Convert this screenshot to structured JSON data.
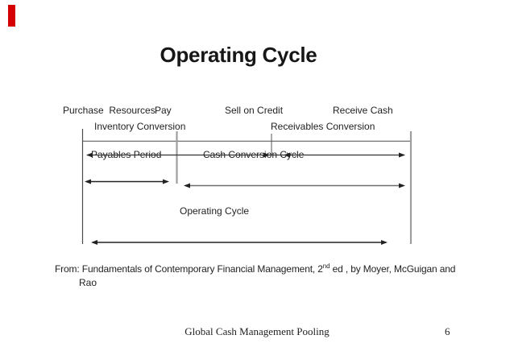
{
  "slide": {
    "title": "Operating Cycle",
    "accent_color": "#d40000",
    "source_note": {
      "prefix": "From: Fundamentals of Contemporary Financial Management, 2",
      "superscript": "nd",
      "suffix": " ed , by Moyer, McGuigan and",
      "line2": "Rao"
    },
    "footer": {
      "center_text": "Global Cash Management Pooling",
      "page_number": "6"
    }
  },
  "diagram": {
    "event_labels": [
      "Purchase  Resources",
      "Pay",
      "Sell on Credit",
      "Receive Cash"
    ],
    "phase_labels": [
      "Inventory Conversion",
      "Receivables Conversion"
    ],
    "period_labels": {
      "payables": "Payables Period",
      "cash_conversion": "Cash Conversion Cycle",
      "operating": "Operating Cycle"
    }
  }
}
